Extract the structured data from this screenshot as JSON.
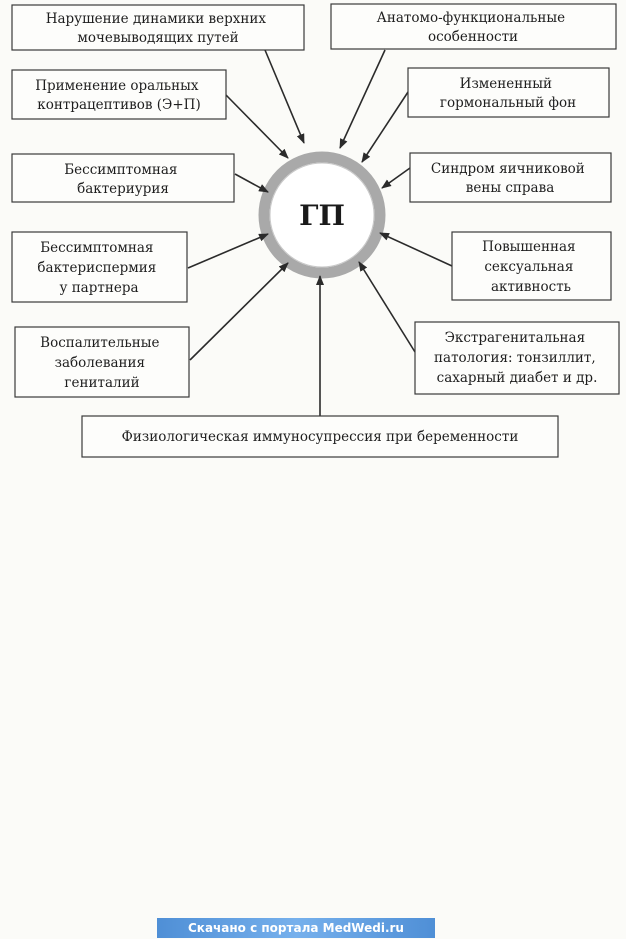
{
  "diagram": {
    "center": "ГП",
    "factors": [
      {
        "id": "urinary-dynamics",
        "lines": [
          "Нарушение динамики верхних",
          "мочевыводящих путей"
        ]
      },
      {
        "id": "anatomic-features",
        "lines": [
          "Анатомо-функциональные",
          "особенности"
        ]
      },
      {
        "id": "oral-contraceptives",
        "lines": [
          "Применение оральных",
          "контрацептивов (Э+П)"
        ]
      },
      {
        "id": "hormonal-background",
        "lines": [
          "Измененный",
          "гормональный фон"
        ]
      },
      {
        "id": "asymptomatic-bacteriuria",
        "lines": [
          "Бессимптомная",
          "бактериурия"
        ]
      },
      {
        "id": "ovarian-vein-syndrome",
        "lines": [
          "Синдром яичниковой",
          "вены справа"
        ]
      },
      {
        "id": "partner-bacteriospermia",
        "lines": [
          "Бессимптомная",
          "бактериспермия",
          "у партнера"
        ]
      },
      {
        "id": "sexual-activity",
        "lines": [
          "Повышенная",
          "сексуальная",
          "активность"
        ]
      },
      {
        "id": "genital-inflammation",
        "lines": [
          "Воспалительные",
          "заболевания",
          "гениталий"
        ]
      },
      {
        "id": "extragenital-pathology",
        "lines": [
          "Экстрагенитальная",
          "патология: тонзиллит,",
          "сахарный диабет и др."
        ]
      },
      {
        "id": "immunosuppression",
        "lines": [
          "Физиологическая иммуносупрессия при беременности"
        ]
      }
    ]
  },
  "footer": {
    "banner": "Скачано с портала MedWedi.ru"
  },
  "colors": {
    "ring": "#a9a9a9",
    "banner": "#5f9de0"
  }
}
